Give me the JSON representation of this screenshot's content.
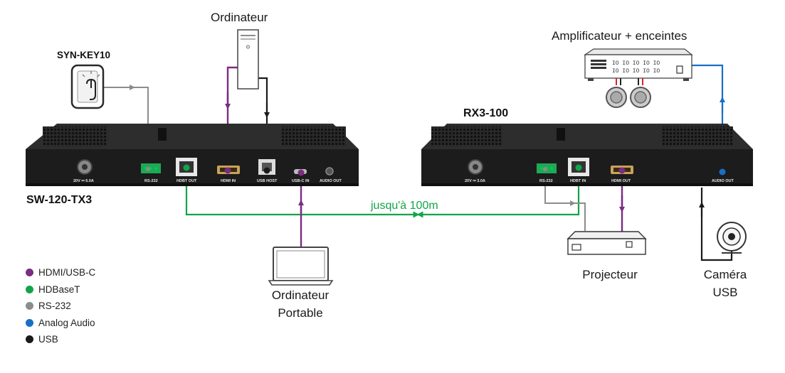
{
  "colors": {
    "hdmi": "#7b2c83",
    "hdbaset": "#13a44a",
    "rs232": "#8c8c8c",
    "audio": "#1a6fc4",
    "usb": "#1a1a1a",
    "device": "#1c1c1c"
  },
  "labels": {
    "keypad": "SYN-KEY10",
    "computer": "Ordinateur",
    "amplifier": "Amplificateur + enceintes",
    "receiver": "RX3-100",
    "transmitter": "SW-120-TX3",
    "distance": "jusqu'à 100m",
    "laptop_line1": "Ordinateur",
    "laptop_line2": "Portable",
    "projector": "Projecteur",
    "camera_line1": "Caméra",
    "camera_line2": "USB"
  },
  "tx_ports": {
    "power": "20V ⎓ 6.0A",
    "rs232": "RS-232",
    "hdbt_out": "HDBT OUT",
    "hdmi_in": "HDMI IN",
    "usb_host": "USB HOST",
    "usbc_in": "USB-C IN",
    "audio_out": "AUDIO OUT"
  },
  "rx_ports": {
    "power": "20V ⎓ 3.0A",
    "rs232": "RS-232",
    "hdbt_in": "HDBT IN",
    "hdmi_out": "HDMI OUT",
    "audio_out": "AUDIO OUT"
  },
  "legend": [
    {
      "label": "HDMI/USB-C",
      "color": "#7b2c83"
    },
    {
      "label": "HDBaseT",
      "color": "#13a44a"
    },
    {
      "label": "RS-232",
      "color": "#8c8c8c"
    },
    {
      "label": "Analog Audio",
      "color": "#1a6fc4"
    },
    {
      "label": "USB",
      "color": "#1a1a1a"
    }
  ]
}
